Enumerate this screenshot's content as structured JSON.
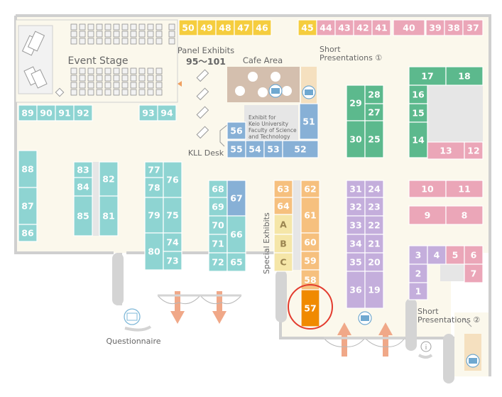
{
  "colors": {
    "floor": "#fbf8ec",
    "wall": "#cfcfcf",
    "yellow": "#f5cd3e",
    "pink": "#eba6b8",
    "teal": "#8ed4d2",
    "green": "#5cb98d",
    "purple": "#c4aedc",
    "orange": "#f6c07e",
    "orange_dark": "#f08a00",
    "sand": "#f5e6a8",
    "blue": "#87b0d6",
    "cafe": "#d4bfae",
    "grey": "#e6e6e6",
    "arrow": "#f0a888",
    "highlight": "#e33b2e"
  },
  "labels": {
    "event_stage": "Event Stage",
    "panel_exhibits": "Panel Exhibits",
    "panel_range": "95～101",
    "cafe_area": "Cafe Area",
    "short_pres_1": "Short",
    "short_pres_1b": "Presentations ①",
    "short_pres_2": "Short",
    "short_pres_2b": "Presentations ②",
    "exhibit_keio_1": "Exhibit for",
    "exhibit_keio_2": "Keio University",
    "exhibit_keio_3": "Faculty of Science",
    "exhibit_keio_4": "and Technology",
    "kll_desk": "KLL Desk",
    "special_exhibits": "Special Exhibits",
    "questionnaire": "Questionnaire",
    "info_symbol": "i"
  },
  "booths": [
    {
      "label": "50",
      "color": "yellow"
    },
    {
      "label": "49",
      "color": "yellow"
    },
    {
      "label": "48",
      "color": "yellow"
    },
    {
      "label": "47",
      "color": "yellow"
    },
    {
      "label": "46",
      "color": "yellow"
    },
    {
      "label": "45",
      "color": "yellow"
    },
    {
      "label": "44",
      "color": "pink"
    },
    {
      "label": "43",
      "color": "pink"
    },
    {
      "label": "42",
      "color": "pink"
    },
    {
      "label": "41",
      "color": "pink"
    },
    {
      "label": "40",
      "color": "pink"
    },
    {
      "label": "39",
      "color": "pink"
    },
    {
      "label": "38",
      "color": "pink"
    },
    {
      "label": "37",
      "color": "pink"
    },
    {
      "label": "89",
      "color": "teal"
    },
    {
      "label": "90",
      "color": "teal"
    },
    {
      "label": "91",
      "color": "teal"
    },
    {
      "label": "92",
      "color": "teal"
    },
    {
      "label": "93",
      "color": "teal"
    },
    {
      "label": "94",
      "color": "teal"
    },
    {
      "label": "88",
      "color": "teal"
    },
    {
      "label": "87",
      "color": "teal"
    },
    {
      "label": "86",
      "color": "teal"
    },
    {
      "label": "83",
      "color": "teal"
    },
    {
      "label": "84",
      "color": "teal"
    },
    {
      "label": "85",
      "color": "teal"
    },
    {
      "label": "82",
      "color": "teal"
    },
    {
      "label": "81",
      "color": "teal"
    },
    {
      "label": "77",
      "color": "teal"
    },
    {
      "label": "78",
      "color": "teal"
    },
    {
      "label": "79",
      "color": "teal"
    },
    {
      "label": "80",
      "color": "teal"
    },
    {
      "label": "76",
      "color": "teal"
    },
    {
      "label": "75",
      "color": "teal"
    },
    {
      "label": "74",
      "color": "teal"
    },
    {
      "label": "73",
      "color": "teal"
    },
    {
      "label": "68",
      "color": "teal"
    },
    {
      "label": "69",
      "color": "teal"
    },
    {
      "label": "70",
      "color": "teal"
    },
    {
      "label": "71",
      "color": "teal"
    },
    {
      "label": "72",
      "color": "teal"
    },
    {
      "label": "67",
      "color": "blue"
    },
    {
      "label": "66",
      "color": "teal"
    },
    {
      "label": "65",
      "color": "teal"
    },
    {
      "label": "56",
      "color": "blue"
    },
    {
      "label": "51",
      "color": "blue"
    },
    {
      "label": "55",
      "color": "blue"
    },
    {
      "label": "54",
      "color": "blue"
    },
    {
      "label": "53",
      "color": "blue"
    },
    {
      "label": "52",
      "color": "blue"
    },
    {
      "label": "63",
      "color": "orange"
    },
    {
      "label": "64",
      "color": "orange"
    },
    {
      "label": "A",
      "color": "sand"
    },
    {
      "label": "B",
      "color": "sand"
    },
    {
      "label": "C",
      "color": "sand"
    },
    {
      "label": "62",
      "color": "orange"
    },
    {
      "label": "61",
      "color": "orange"
    },
    {
      "label": "60",
      "color": "orange"
    },
    {
      "label": "59",
      "color": "orange"
    },
    {
      "label": "58",
      "color": "orange"
    },
    {
      "label": "57",
      "color": "orange_dark"
    },
    {
      "label": "29",
      "color": "green"
    },
    {
      "label": "28",
      "color": "green"
    },
    {
      "label": "27",
      "color": "green"
    },
    {
      "label": "30",
      "color": "green"
    },
    {
      "label": "25",
      "color": "green"
    },
    {
      "label": "31",
      "color": "purple"
    },
    {
      "label": "32",
      "color": "purple"
    },
    {
      "label": "33",
      "color": "purple"
    },
    {
      "label": "34",
      "color": "purple"
    },
    {
      "label": "35",
      "color": "purple"
    },
    {
      "label": "36",
      "color": "purple"
    },
    {
      "label": "24",
      "color": "purple"
    },
    {
      "label": "23",
      "color": "purple"
    },
    {
      "label": "22",
      "color": "purple"
    },
    {
      "label": "21",
      "color": "purple"
    },
    {
      "label": "20",
      "color": "purple"
    },
    {
      "label": "19",
      "color": "purple"
    },
    {
      "label": "17",
      "color": "green"
    },
    {
      "label": "18",
      "color": "green"
    },
    {
      "label": "16",
      "color": "green"
    },
    {
      "label": "15",
      "color": "green"
    },
    {
      "label": "14",
      "color": "green"
    },
    {
      "label": "13",
      "color": "pink"
    },
    {
      "label": "12",
      "color": "pink"
    },
    {
      "label": "10",
      "color": "pink"
    },
    {
      "label": "11",
      "color": "pink"
    },
    {
      "label": "9",
      "color": "pink"
    },
    {
      "label": "8",
      "color": "pink"
    },
    {
      "label": "3",
      "color": "purple"
    },
    {
      "label": "4",
      "color": "purple"
    },
    {
      "label": "5",
      "color": "pink"
    },
    {
      "label": "6",
      "color": "pink"
    },
    {
      "label": "2",
      "color": "purple"
    },
    {
      "label": "7",
      "color": "pink"
    },
    {
      "label": "1",
      "color": "purple"
    }
  ],
  "highlighted_booth": "57",
  "icons": [
    {
      "name": "presentation-screen-icon"
    },
    {
      "name": "presentation-screen-icon"
    },
    {
      "name": "presentation-screen-icon"
    },
    {
      "name": "questionnaire-icon"
    },
    {
      "name": "presentation-screen-icon"
    }
  ]
}
